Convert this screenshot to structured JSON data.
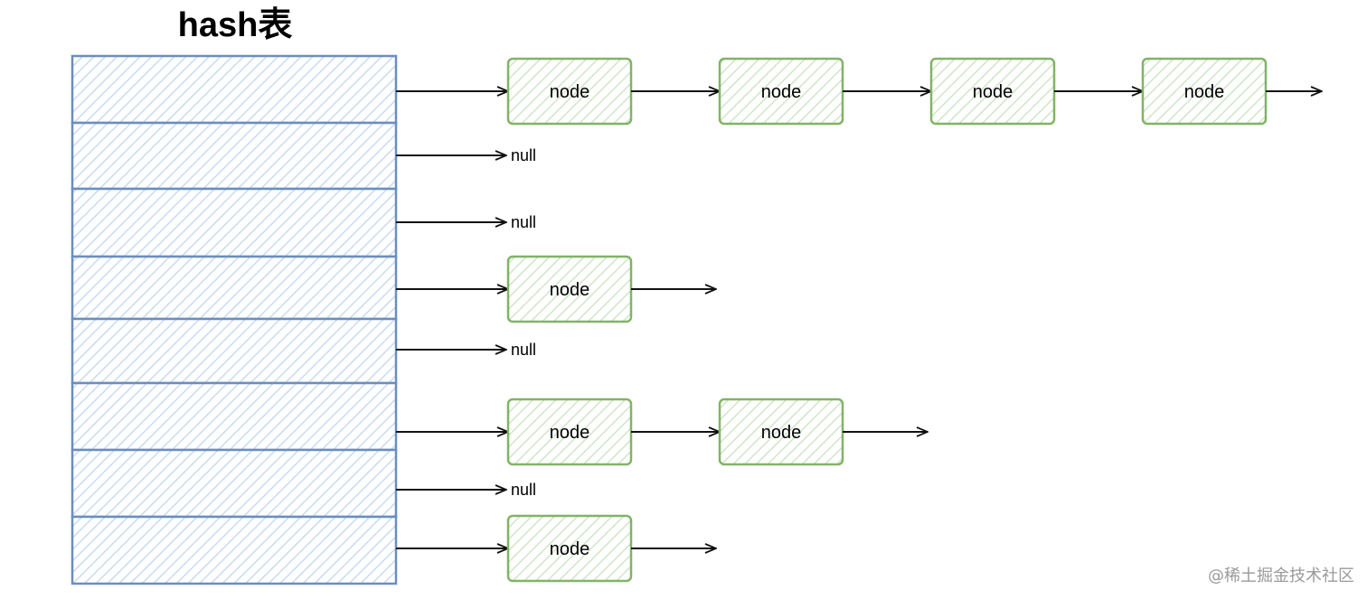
{
  "title": "hash表",
  "node_label": "node",
  "null_label": "null",
  "watermark": "@稀土掘金技术社区",
  "colors": {
    "table_stroke": "#6b8ebf",
    "table_fill": "#dbe8f8",
    "node_stroke": "#82b366",
    "node_fill": "#d5e8d4",
    "arrow": "#111111"
  },
  "buckets": [
    {
      "row": 0,
      "nodes": [
        "node",
        "node",
        "node",
        "node"
      ],
      "terminal": "arrow"
    },
    {
      "row": 1,
      "nodes": [],
      "terminal": "null"
    },
    {
      "row": 2,
      "nodes": [],
      "terminal": "null"
    },
    {
      "row": 3,
      "nodes": [
        "node"
      ],
      "terminal": "arrow"
    },
    {
      "row": 4,
      "nodes": [],
      "terminal": "null"
    },
    {
      "row": 5,
      "nodes": [
        "node",
        "node"
      ],
      "terminal": "arrow"
    },
    {
      "row": 6,
      "nodes": [],
      "terminal": "null"
    },
    {
      "row": 7,
      "nodes": [
        "node"
      ],
      "terminal": "arrow"
    }
  ]
}
